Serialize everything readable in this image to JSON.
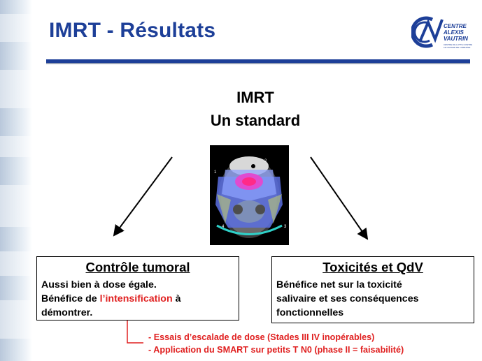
{
  "slide": {
    "title": "IMRT - Résultats",
    "heading_line1": "IMRT",
    "heading_line2": "Un standard",
    "logo": {
      "line1": "CENTRE",
      "line2": "ALEXIS",
      "line3": "VAUTRIN",
      "tagline1": "CENTRE DE LUTTE CONTRE",
      "tagline2": "LE CANCER DE LORRAINE"
    },
    "scan": {
      "markers": [
        "1",
        "2",
        "3",
        "4"
      ]
    },
    "left_box": {
      "title": "Contrôle tumoral",
      "line1": "Aussi bien à dose égale.",
      "line2_start": "Bénéfice de ",
      "line2_highlight": "l’intensification",
      "line2_end": " à",
      "line3": "démontrer."
    },
    "right_box": {
      "title": "Toxicités et QdV",
      "line1": "Bénéfice net sur la toxicité",
      "line2": "salivaire et ses conséquences",
      "line3": "fonctionnelles"
    },
    "notes": [
      "- Essais d’escalade de dose (Stades III IV inopérables)",
      "- Application  du SMART sur petits T N0 (phase II = faisabilité)"
    ],
    "colors": {
      "title": "#1d3f98",
      "rule": "#1d3f98",
      "highlight": "#e02020"
    }
  }
}
